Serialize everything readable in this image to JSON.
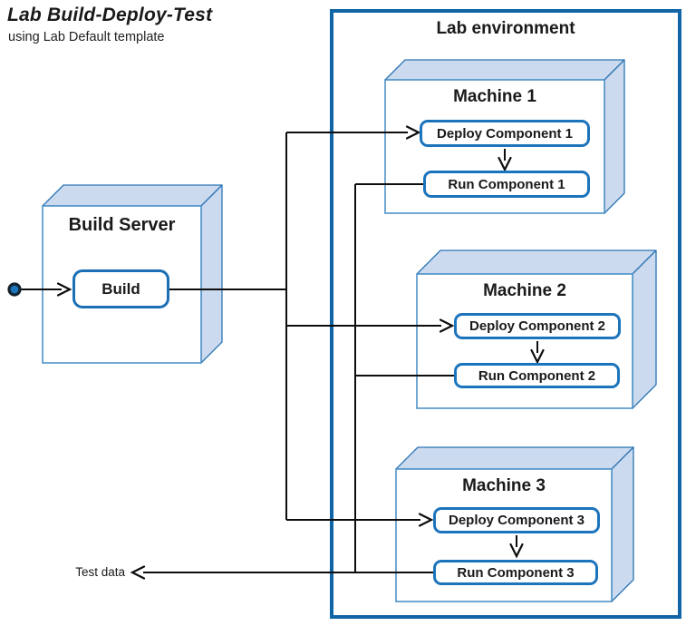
{
  "title": {
    "heading": "Lab Build-Deploy-Test",
    "subheading": "using Lab Default template"
  },
  "build_server": {
    "name": "Build Server",
    "activity": "Build"
  },
  "lab_environment": {
    "label": "Lab environment",
    "machines": [
      {
        "name": "Machine 1",
        "deploy": "Deploy Component 1",
        "run": "Run Component 1"
      },
      {
        "name": "Machine 2",
        "deploy": "Deploy Component 2",
        "run": "Run Component 2"
      },
      {
        "name": "Machine 3",
        "deploy": "Deploy Component 3",
        "run": "Run Component 3"
      }
    ]
  },
  "annotations": {
    "test_data": "Test data"
  },
  "icons": {
    "start_node": "filled-circle-start-icon"
  },
  "colors": {
    "frame_border": "#1065A7",
    "component_border": "#1C74BC",
    "face_fill": "#CBDAEE",
    "face_edge": "#2E75B5",
    "front_edge": "#4E93C9",
    "connector": "#0D0D0D",
    "start_node_fill": "#1B75BC"
  }
}
